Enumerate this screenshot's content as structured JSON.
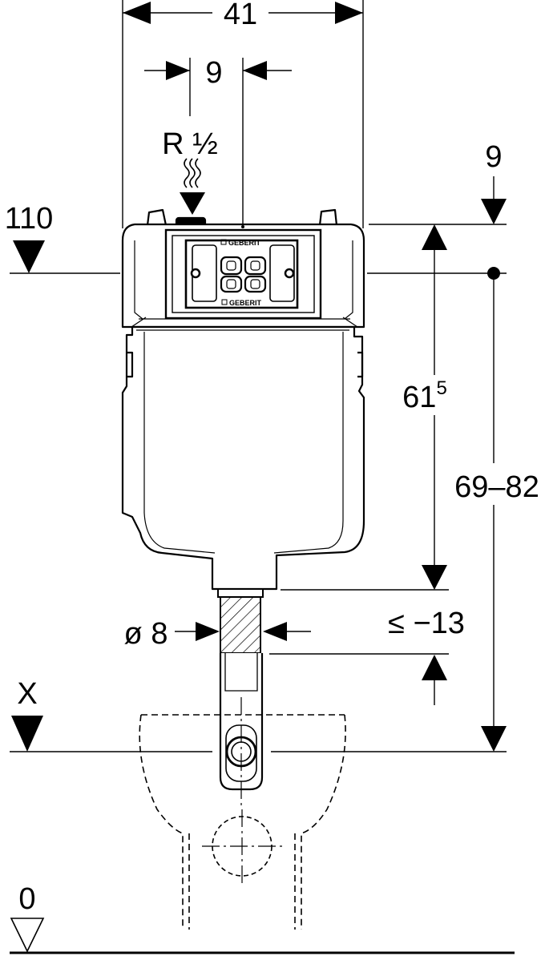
{
  "dimensions": {
    "overall_width": "41",
    "inlet_offset": "9",
    "inlet_thread": "R ½",
    "top_offset": "9",
    "level_110": "110",
    "flush_pipe_height": "61",
    "flush_pipe_height_sup": "5",
    "total_height_range": "69–82",
    "pipe_diameter": "ø 8",
    "pipe_adjust": "≤ −13",
    "level_x": "X",
    "floor_level": "0"
  },
  "brand": {
    "logo_text": "GEBERIT"
  }
}
